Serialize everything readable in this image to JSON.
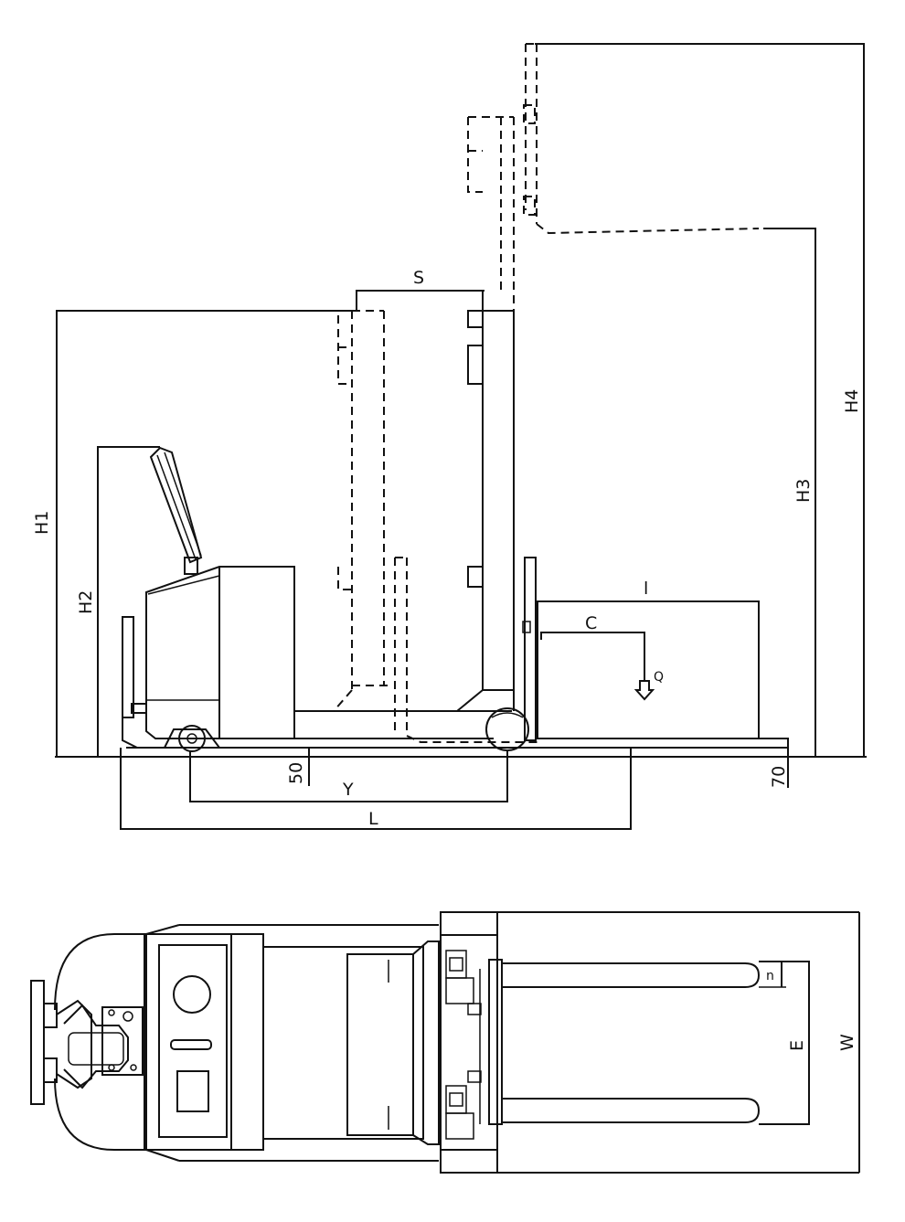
{
  "side_view": {
    "labels": {
      "h1": "H1",
      "h2": "H2",
      "h3": "H3",
      "h4": "H4",
      "s": "S",
      "l_small": "l",
      "c": "C",
      "q": "Q",
      "y": "Y",
      "l": "L",
      "d50": "50",
      "d70": "70"
    }
  },
  "top_view": {
    "labels": {
      "n": "n",
      "e": "E",
      "w": "W"
    }
  }
}
